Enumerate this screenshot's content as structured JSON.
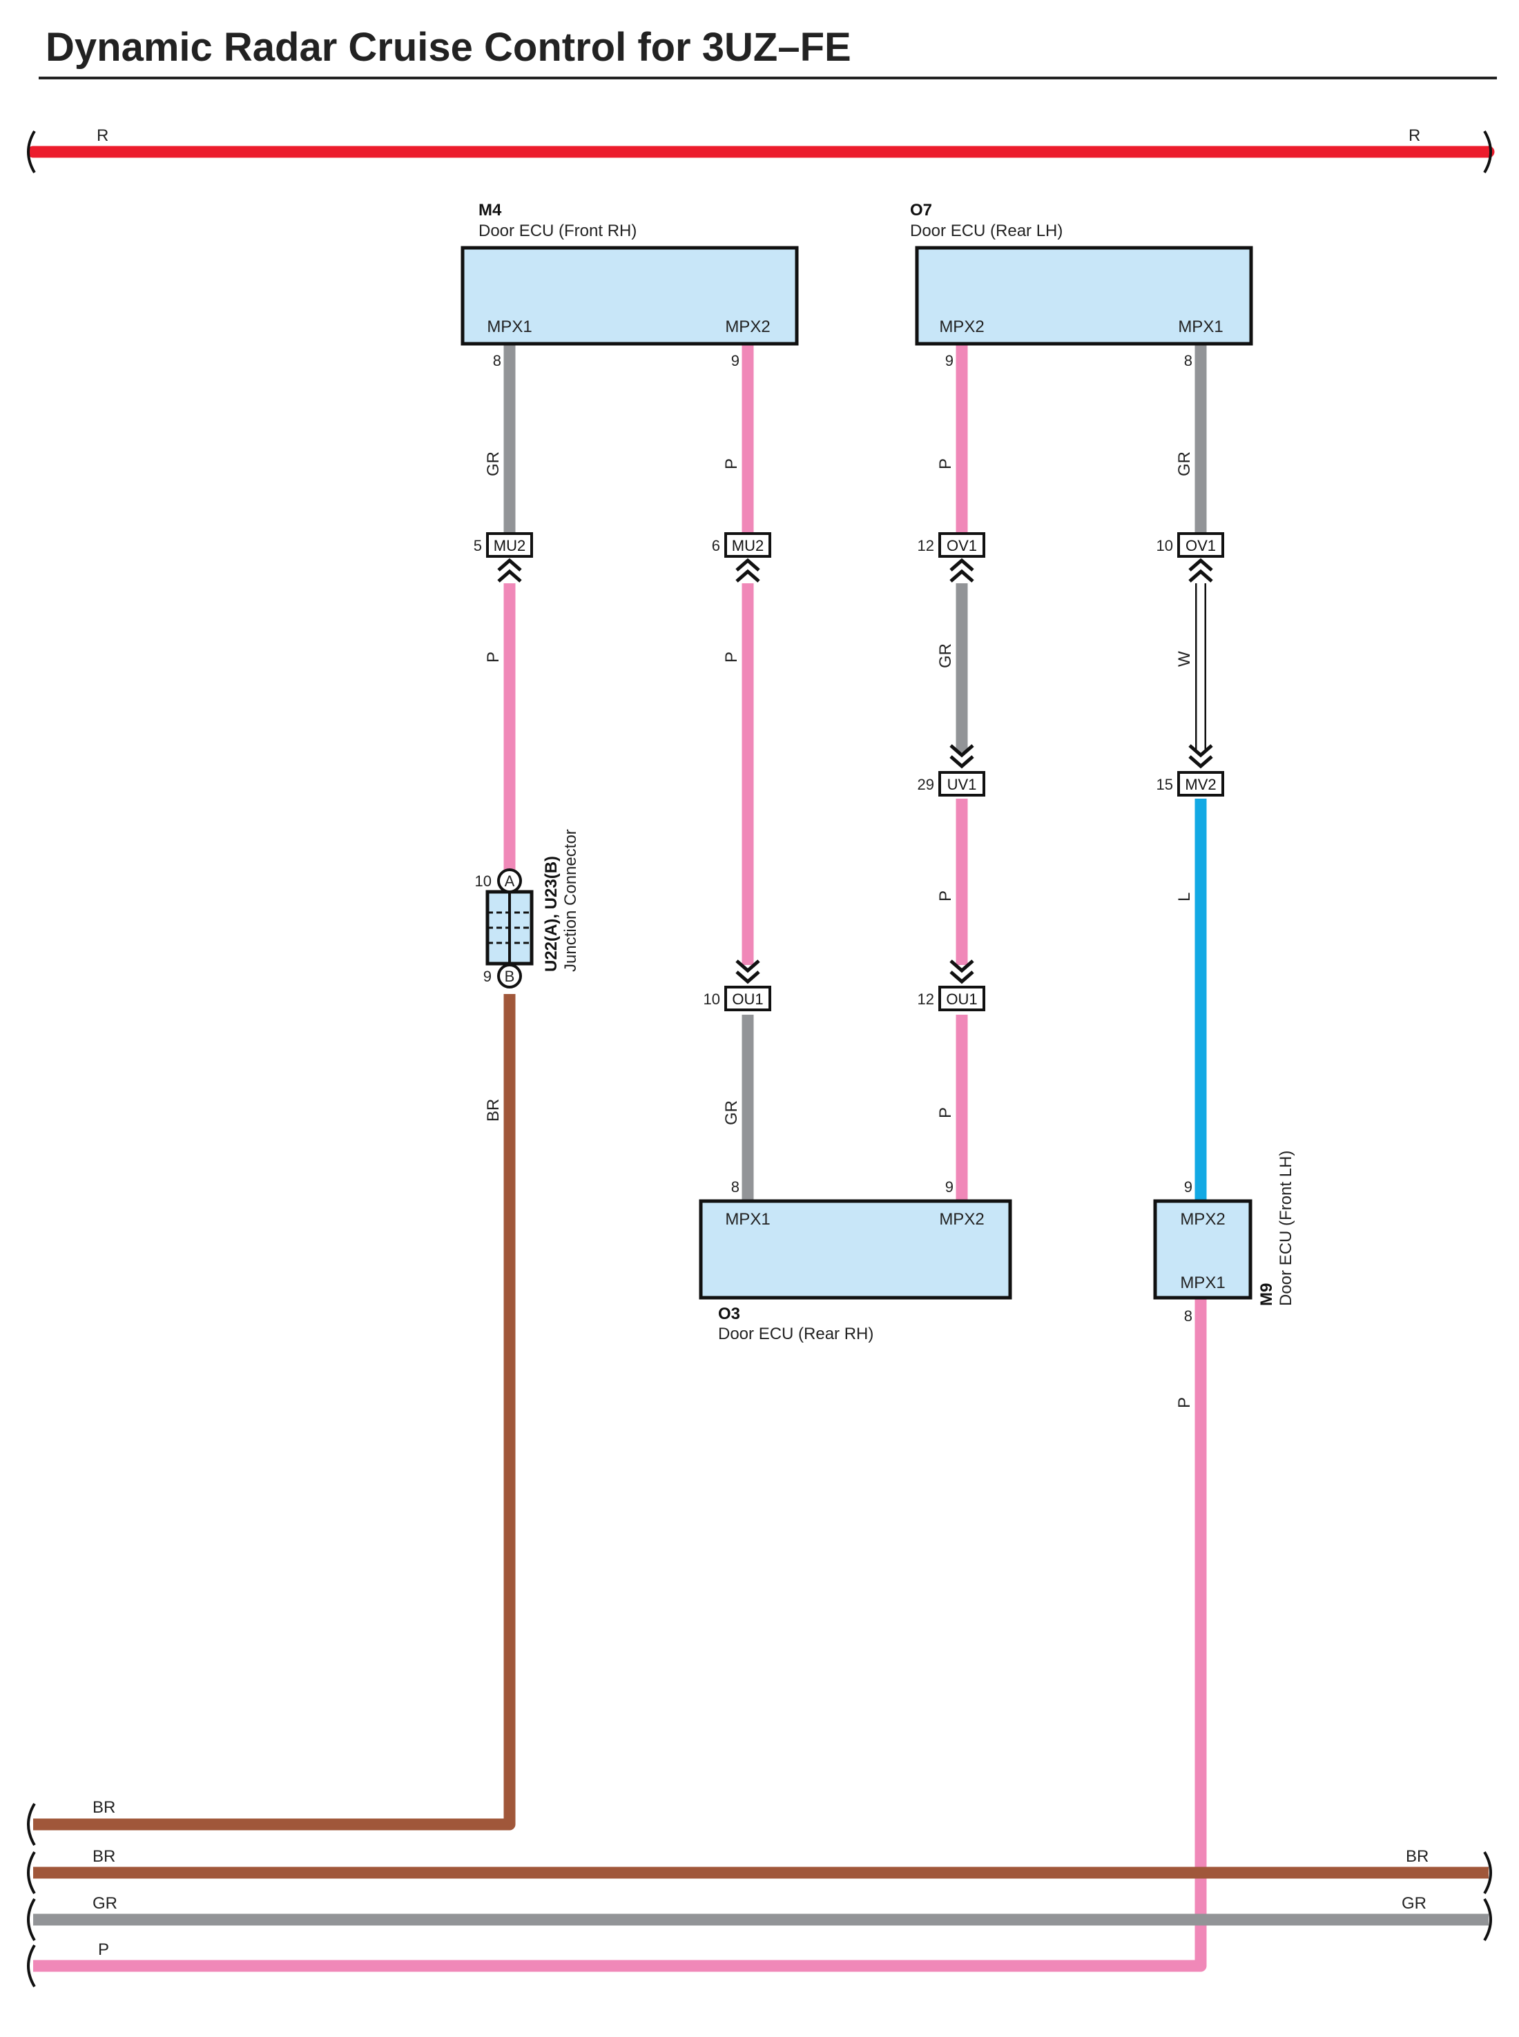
{
  "title": "Dynamic Radar Cruise Control for 3UZ–FE",
  "colors": {
    "R": "#ec1c2c",
    "BR": "#a0573a",
    "GR": "#929497",
    "P": "#f088b8",
    "L": "#12a9e4",
    "W": "#ffffff",
    "ecu_fill": "#c8e6f8"
  },
  "buses": {
    "top": {
      "left_label": "R",
      "right_label": "R",
      "color": "R"
    },
    "bottom": [
      {
        "left_label": "BR",
        "right_label": "",
        "color": "BR"
      },
      {
        "left_label": "BR",
        "right_label": "BR",
        "color": "BR"
      },
      {
        "left_label": "GR",
        "right_label": "GR",
        "color": "GR"
      },
      {
        "left_label": "P",
        "right_label": "",
        "color": "P"
      }
    ]
  },
  "components": {
    "m4": {
      "code": "M4",
      "name": "Door ECU (Front RH)",
      "pin_left": "MPX1",
      "pin_right": "MPX2",
      "pin_left_no": "8",
      "pin_right_no": "9"
    },
    "o7": {
      "code": "O7",
      "name": "Door ECU (Rear LH)",
      "pin_left": "MPX2",
      "pin_right": "MPX1",
      "pin_left_no": "9",
      "pin_right_no": "8"
    },
    "o3": {
      "code": "O3",
      "name": "Door ECU (Rear RH)",
      "pin_left": "MPX1",
      "pin_right": "MPX2",
      "pin_left_no": "8",
      "pin_right_no": "9"
    },
    "m9": {
      "code": "M9",
      "name": "Door ECU (Front LH)",
      "pin_top": "MPX2",
      "pin_bottom": "MPX1",
      "pin_top_no": "9",
      "pin_bottom_no": "8"
    },
    "junction": {
      "code": "U22(A), U23(B)",
      "name": "Junction Connector",
      "pin_a": "A",
      "pin_b": "B",
      "pin_a_no": "10",
      "pin_b_no": "9"
    }
  },
  "connectors": {
    "mu2_a": {
      "name": "MU2",
      "pin": "5"
    },
    "mu2_b": {
      "name": "MU2",
      "pin": "6"
    },
    "ov1_a": {
      "name": "OV1",
      "pin": "12"
    },
    "ov1_b": {
      "name": "OV1",
      "pin": "10"
    },
    "uv1": {
      "name": "UV1",
      "pin": "29"
    },
    "mv2": {
      "name": "MV2",
      "pin": "15"
    },
    "ou1_a": {
      "name": "OU1",
      "pin": "10"
    },
    "ou1_b": {
      "name": "OU1",
      "pin": "12"
    }
  },
  "wire_labels": {
    "c1_top": "GR",
    "c1_mid": "P",
    "c1_bot": "BR",
    "c2_top": "P",
    "c2_mid": "P",
    "c2_bot": "GR",
    "c3_top": "P",
    "c3_mid": "GR",
    "c3_low": "P",
    "c3_bot": "P",
    "c4_top": "GR",
    "c4_mid": "W",
    "c4_low": "L",
    "c4_bot": "P"
  }
}
